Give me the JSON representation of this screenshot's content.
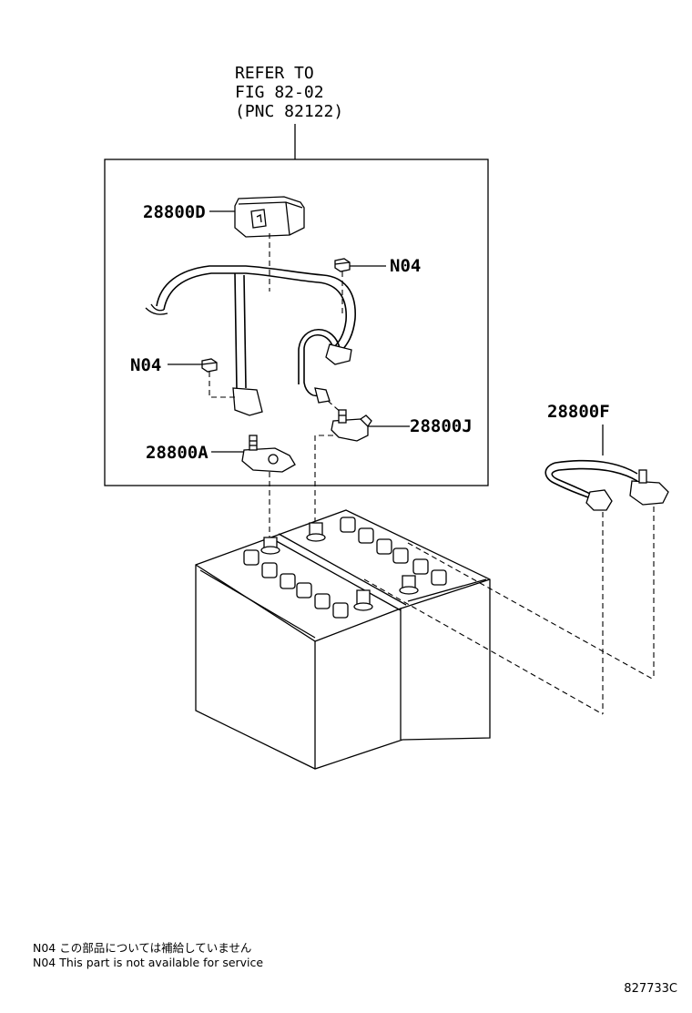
{
  "refer": {
    "line1": "REFER TO",
    "line2": "FIG 82-02",
    "line3": "(PNC 82122)"
  },
  "parts": {
    "cover": "28800D",
    "nut_top": "N04",
    "nut_left": "N04",
    "terminal_neg": "28800J",
    "terminal_pos": "28800A",
    "cable_sub": "28800F"
  },
  "notes": {
    "jp": "N04 この部品については補給していません",
    "en": "N04 This part is not available for service"
  },
  "figure_code": "827733C"
}
